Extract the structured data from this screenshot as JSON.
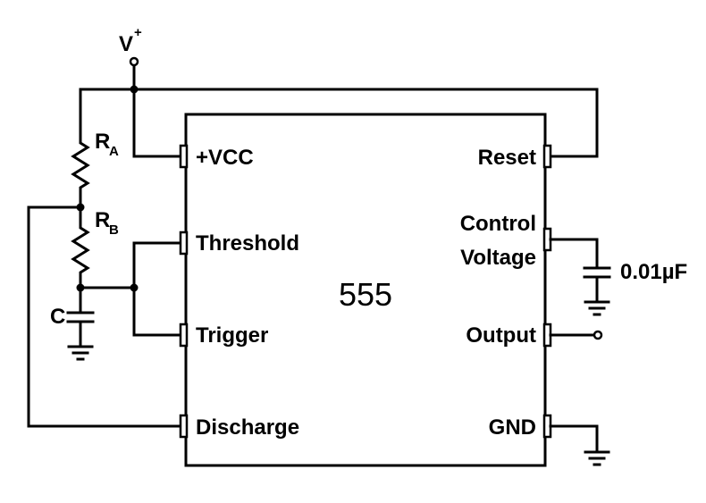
{
  "supply": {
    "label": "V",
    "superscript": "+"
  },
  "chip": {
    "name": "555"
  },
  "pins": {
    "vcc": "+VCC",
    "threshold": "Threshold",
    "trigger": "Trigger",
    "discharge": "Discharge",
    "reset": "Reset",
    "control_line1": "Control",
    "control_line2": "Voltage",
    "output": "Output",
    "gnd": "GND"
  },
  "components": {
    "ra": {
      "letter": "R",
      "sub": "A"
    },
    "rb": {
      "letter": "R",
      "sub": "B"
    },
    "c": {
      "label": "C"
    },
    "control_cap": {
      "value": "0.01µF"
    }
  }
}
